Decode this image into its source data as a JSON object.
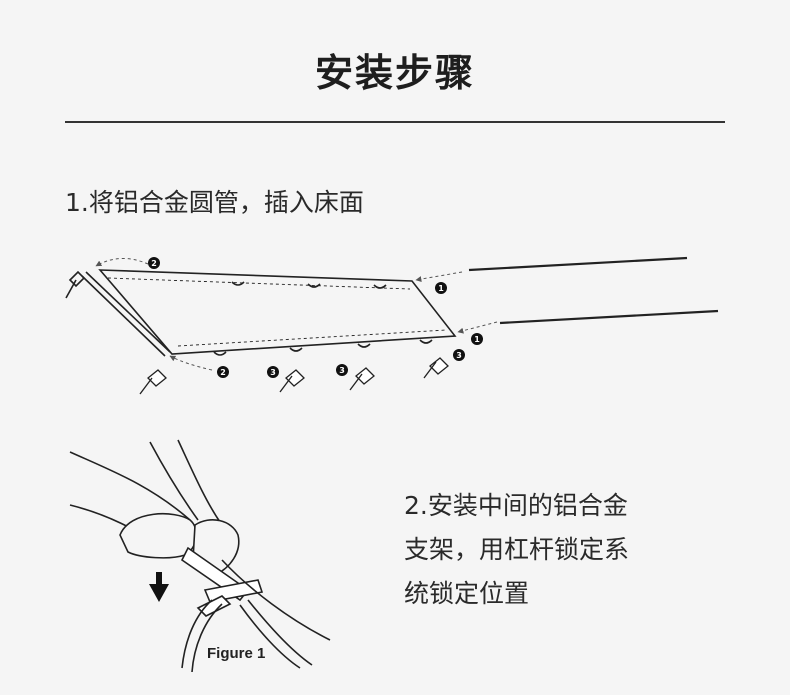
{
  "page": {
    "title": "安装步骤"
  },
  "steps": [
    {
      "text": "1.将铝合金圆管，插入床面"
    },
    {
      "lines": [
        "2.安装中间的铝合金",
        "支架，用杠杆锁定系",
        "统锁定位置"
      ]
    }
  ],
  "diagram": {
    "markers": [
      "1",
      "1",
      "2",
      "2",
      "3",
      "3",
      "3"
    ]
  },
  "figure": {
    "label": "Figure 1"
  }
}
